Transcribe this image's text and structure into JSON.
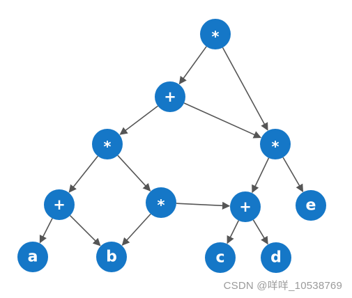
{
  "diagram": {
    "node_color": "#1577c7",
    "edge_color": "#555555",
    "nodes": [
      {
        "id": "root-mul",
        "label": "*"
      },
      {
        "id": "add-1",
        "label": "+"
      },
      {
        "id": "mul-left",
        "label": "*"
      },
      {
        "id": "mul-right",
        "label": "*"
      },
      {
        "id": "add-left",
        "label": "+"
      },
      {
        "id": "mul-mid",
        "label": "*"
      },
      {
        "id": "add-right",
        "label": "+"
      },
      {
        "id": "var-e",
        "label": "e"
      },
      {
        "id": "var-a",
        "label": "a"
      },
      {
        "id": "var-b",
        "label": "b"
      },
      {
        "id": "var-c",
        "label": "c"
      },
      {
        "id": "var-d",
        "label": "d"
      }
    ],
    "edges": [
      {
        "from": "root-mul",
        "to": "add-1"
      },
      {
        "from": "root-mul",
        "to": "mul-right"
      },
      {
        "from": "add-1",
        "to": "mul-left"
      },
      {
        "from": "add-1",
        "to": "mul-right"
      },
      {
        "from": "mul-left",
        "to": "add-left"
      },
      {
        "from": "mul-left",
        "to": "mul-mid"
      },
      {
        "from": "mul-right",
        "to": "add-right"
      },
      {
        "from": "mul-right",
        "to": "var-e"
      },
      {
        "from": "add-left",
        "to": "var-a"
      },
      {
        "from": "add-left",
        "to": "var-b"
      },
      {
        "from": "mul-mid",
        "to": "var-b"
      },
      {
        "from": "mul-mid",
        "to": "add-right"
      },
      {
        "from": "add-right",
        "to": "var-c"
      },
      {
        "from": "add-right",
        "to": "var-d"
      }
    ]
  },
  "watermark": "CSDN @咩咩_10538769"
}
